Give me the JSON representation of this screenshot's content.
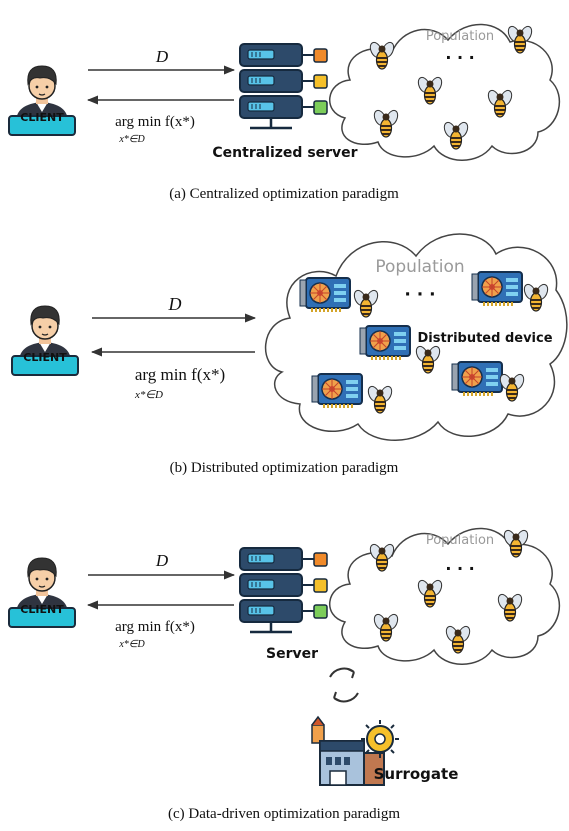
{
  "panels": [
    {
      "caption": "(a) Centralized optimization paradigm",
      "client_label": "CLIENT",
      "input_label": "D",
      "output_label": "arg min f(x*)",
      "output_subscript": "x*∈D",
      "server_label": "Centralized server",
      "population_label": "Population",
      "ellipsis": "· · ·"
    },
    {
      "caption": "(b) Distributed optimization paradigm",
      "client_label": "CLIENT",
      "input_label": "D",
      "output_label": "arg min f(x*)",
      "output_subscript": "x*∈D",
      "population_label": "Population",
      "device_label": "Distributed device",
      "ellipsis": "· · ·"
    },
    {
      "caption": "(c) Data-driven optimization paradigm",
      "client_label": "CLIENT",
      "input_label": "D",
      "output_label": "arg min f(x*)",
      "output_subscript": "x*∈D",
      "server_label": "Server",
      "population_label": "Population",
      "surrogate_label": "Surrogate",
      "ellipsis": "· · ·"
    }
  ],
  "icons": [
    "client-icon",
    "server-icon",
    "bee-icon",
    "gpu-card-icon",
    "refresh-cycle-icon",
    "factory-icon"
  ]
}
